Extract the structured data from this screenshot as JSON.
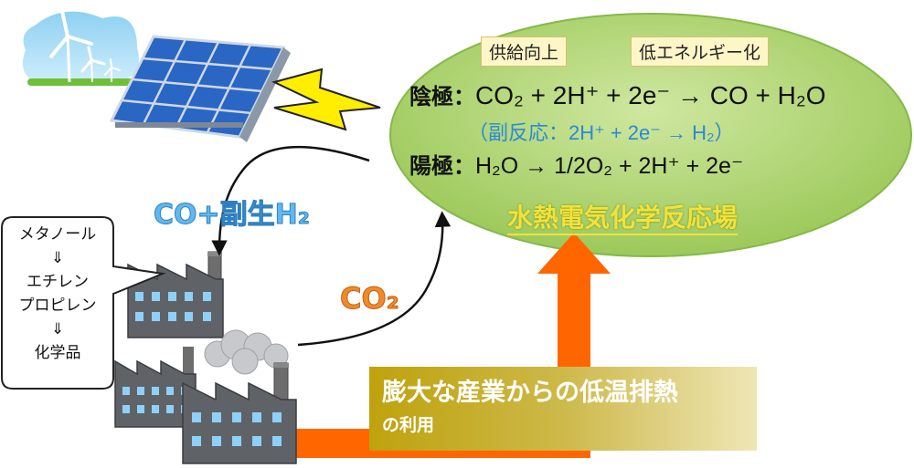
{
  "tags": {
    "supply": "供給向上",
    "low_energy": "低エネルギー化"
  },
  "reactions": {
    "cathode_label": "陰極：",
    "cathode_equation": "CO₂ + 2H⁺ + 2e⁻ → CO + H₂O",
    "side_reaction": "（副反応：2H⁺ + 2e⁻ → H₂）",
    "anode_label": "陽極：",
    "anode_equation": "H₂O → 1/2O₂ + 2H⁺ + 2e⁻"
  },
  "field_label": "水熱電気化学反応場",
  "products": {
    "co_h2": "CO+副生H₂",
    "co2": "CO₂"
  },
  "callout": {
    "lines": [
      "メタノール",
      "⇓",
      "エチレン",
      "プロピレン",
      "⇓",
      "化学品"
    ]
  },
  "banner": {
    "main": "膨大な産業からの低温排熱",
    "sub": "の利用"
  },
  "colors": {
    "ellipse": "#a8d06a",
    "heat_arrow": "#ff6600",
    "banner": "#c8b030",
    "co_h2_text": "#5fb8ee",
    "co2_text": "#f08a2a",
    "field_text": "#f2e23c",
    "lightning": "#ffee00"
  },
  "icons": [
    "wind-turbine-icon",
    "solar-panel-icon",
    "lightning-icon",
    "factory-icon",
    "smoke-cloud-icon"
  ]
}
